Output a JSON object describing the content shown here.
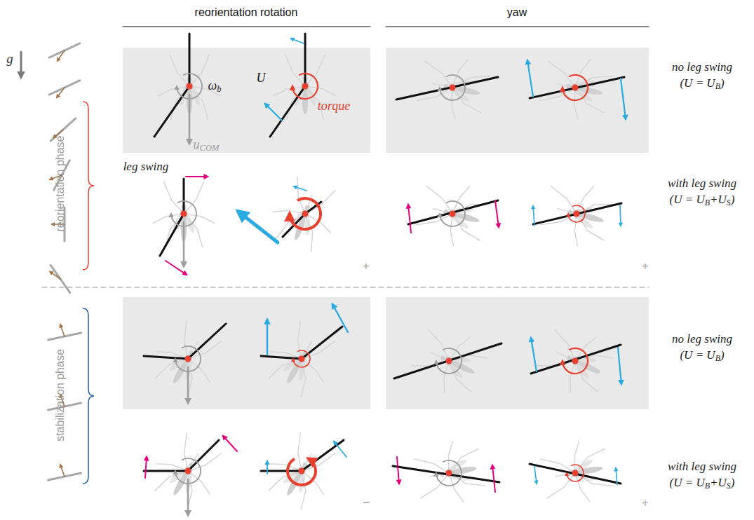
{
  "diagram": {
    "labels": [
      "reorientation rotation",
      "yaw",
      "g",
      "ωb",
      "U",
      "uCOM",
      "torque",
      "no leg swing",
      "(U = UB)",
      "leg swing",
      "with leg swing",
      "(U = UB+US)",
      "+",
      "+",
      "reorientation phase",
      "stabilization phase",
      "no leg swing",
      "(U = UB)",
      "with leg swing",
      "(U = UB+US)",
      "−",
      "+"
    ]
  }
}
